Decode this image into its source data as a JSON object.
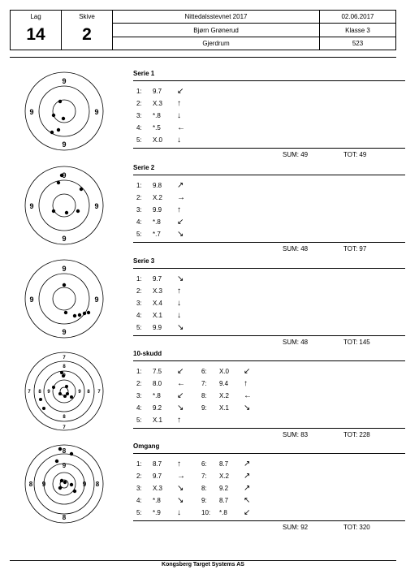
{
  "header": {
    "leg_label": "Lag",
    "leg_value": "14",
    "skive_label": "Skive",
    "skive_value": "2",
    "event": "Nittedalsstevnet 2017",
    "date": "02.06.2017",
    "shooter": "Bjørn Grønerud",
    "class": "Klasse 3",
    "club": "Gjerdrum",
    "id": "523"
  },
  "series": [
    {
      "title": "Serie 1",
      "target": {
        "labels": [
          "9",
          "9",
          "9",
          "9"
        ]
      },
      "shots": [
        {
          "n": "1:",
          "v": "9.7",
          "dir": "↙"
        },
        {
          "n": "2:",
          "v": "X.3",
          "dir": "↑"
        },
        {
          "n": "3:",
          "v": "*.8",
          "dir": "↓"
        },
        {
          "n": "4:",
          "v": "*.5",
          "dir": "←"
        },
        {
          "n": "5:",
          "v": "X.0",
          "dir": "↓"
        }
      ],
      "sum_label": "SUM: 49",
      "tot_label": "TOT: 49"
    },
    {
      "title": "Serie 2",
      "target": {
        "labels": [
          "9",
          "9",
          "9",
          "9"
        ]
      },
      "shots": [
        {
          "n": "1:",
          "v": "9.8",
          "dir": "↗"
        },
        {
          "n": "2:",
          "v": "X.2",
          "dir": "→"
        },
        {
          "n": "3:",
          "v": "9.9",
          "dir": "↑"
        },
        {
          "n": "4:",
          "v": "*.8",
          "dir": "↙"
        },
        {
          "n": "5:",
          "v": "*.7",
          "dir": "↘"
        }
      ],
      "sum_label": "SUM: 48",
      "tot_label": "TOT: 97"
    },
    {
      "title": "Serie 3",
      "target": {
        "labels": [
          "9",
          "9",
          "9",
          "9"
        ]
      },
      "shots": [
        {
          "n": "1:",
          "v": "9.7",
          "dir": "↘"
        },
        {
          "n": "2:",
          "v": "X.3",
          "dir": "↑"
        },
        {
          "n": "3:",
          "v": "X.4",
          "dir": "↓"
        },
        {
          "n": "4:",
          "v": "X.1",
          "dir": "↓"
        },
        {
          "n": "5:",
          "v": "9.9",
          "dir": "↘"
        }
      ],
      "sum_label": "SUM: 48",
      "tot_label": "TOT: 145"
    },
    {
      "title": "10-skudd",
      "target": {
        "labels": [
          "7",
          "8",
          "9",
          "9",
          "8",
          "7",
          "9",
          "8",
          "7",
          "8",
          "7"
        ]
      },
      "shots": [
        {
          "n": "1:",
          "v": "7.5",
          "dir": "↙"
        },
        {
          "n": "2:",
          "v": "8.0",
          "dir": "←"
        },
        {
          "n": "3:",
          "v": "*.8",
          "dir": "↙"
        },
        {
          "n": "4:",
          "v": "9.2",
          "dir": "↘"
        },
        {
          "n": "5:",
          "v": "X.1",
          "dir": "↑"
        }
      ],
      "shots2": [
        {
          "n": "6:",
          "v": "X.0",
          "dir": "↙"
        },
        {
          "n": "7:",
          "v": "9.4",
          "dir": "↑"
        },
        {
          "n": "8:",
          "v": "X.2",
          "dir": "←"
        },
        {
          "n": "9:",
          "v": "X.1",
          "dir": "↘"
        }
      ],
      "sum_label": "SUM: 83",
      "tot_label": "TOT: 228"
    },
    {
      "title": "Omgang",
      "target": {
        "labels": [
          "8",
          "9",
          "8",
          "8",
          "9",
          "9",
          "8"
        ]
      },
      "shots": [
        {
          "n": "1:",
          "v": "8.7",
          "dir": "↑"
        },
        {
          "n": "2:",
          "v": "9.7",
          "dir": "→"
        },
        {
          "n": "3:",
          "v": "X.3",
          "dir": "↘"
        },
        {
          "n": "4:",
          "v": "*.8",
          "dir": "↘"
        },
        {
          "n": "5:",
          "v": "*.9",
          "dir": "↓"
        }
      ],
      "shots2": [
        {
          "n": "6:",
          "v": "8.7",
          "dir": "↗"
        },
        {
          "n": "7:",
          "v": "X.2",
          "dir": "↗"
        },
        {
          "n": "8:",
          "v": "9.2",
          "dir": "↗"
        },
        {
          "n": "9:",
          "v": "8.7",
          "dir": "↖"
        },
        {
          "n": "10:",
          "v": "*.8",
          "dir": "↙"
        }
      ],
      "sum_label": "SUM: 92",
      "tot_label": "TOT: 320"
    }
  ],
  "footer": "Kongsberg Target Systems AS"
}
